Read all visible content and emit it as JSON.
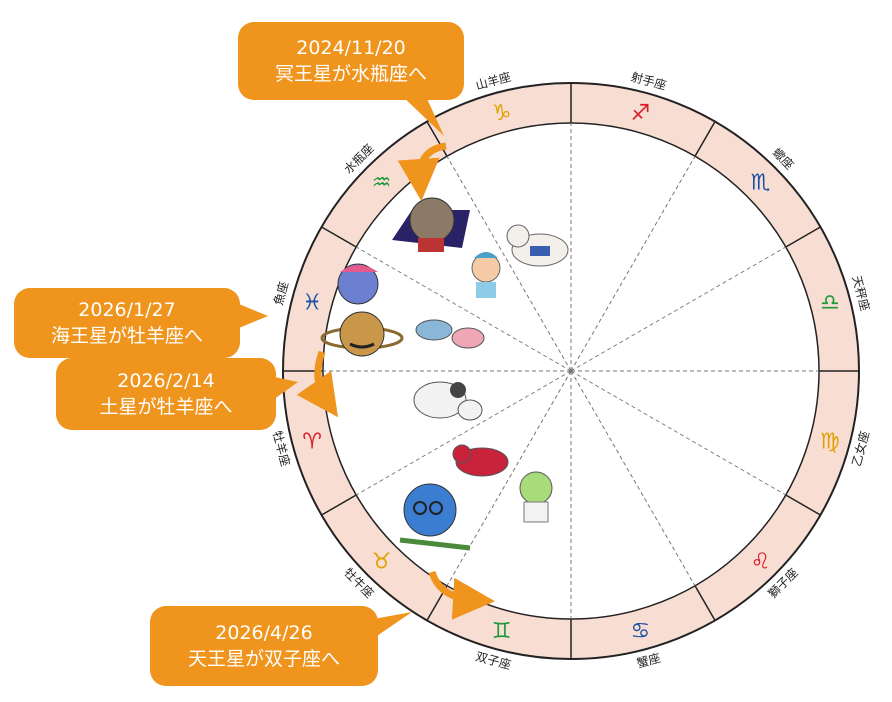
{
  "signs": [
    {
      "name": "山羊座",
      "glyph": "♑",
      "color": "#e0a000"
    },
    {
      "name": "射手座",
      "glyph": "♐",
      "color": "#d81c28"
    },
    {
      "name": "蠍座",
      "glyph": "♏",
      "color": "#1a4fa3"
    },
    {
      "name": "天秤座",
      "glyph": "♎",
      "color": "#1a9a3a"
    },
    {
      "name": "乙女座",
      "glyph": "♍",
      "color": "#e0a000"
    },
    {
      "name": "獅子座",
      "glyph": "♌",
      "color": "#d81c28"
    },
    {
      "name": "蟹座",
      "glyph": "♋",
      "color": "#1a4fa3"
    },
    {
      "name": "双子座",
      "glyph": "♊",
      "color": "#1a9a3a"
    },
    {
      "name": "牡牛座",
      "glyph": "♉",
      "color": "#e0a000"
    },
    {
      "name": "牡羊座",
      "glyph": "♈",
      "color": "#d81c28"
    },
    {
      "name": "魚座",
      "glyph": "♓",
      "color": "#1a4fa3"
    },
    {
      "name": "水瓶座",
      "glyph": "♒",
      "color": "#1a9a3a"
    }
  ],
  "callouts": {
    "pluto": {
      "date": "2024/11/20",
      "text": "冥王星が水瓶座へ"
    },
    "neptune": {
      "date": "2026/1/27",
      "text": "海王星が牡羊座へ"
    },
    "saturn": {
      "date": "2026/2/14",
      "text": "土星が牡羊座へ"
    },
    "uranus": {
      "date": "2026/4/26",
      "text": "天王星が双子座へ"
    }
  },
  "colors": {
    "ring": "#f8ddd3",
    "callout": "#ef941c",
    "arrow": "#ef941c"
  }
}
